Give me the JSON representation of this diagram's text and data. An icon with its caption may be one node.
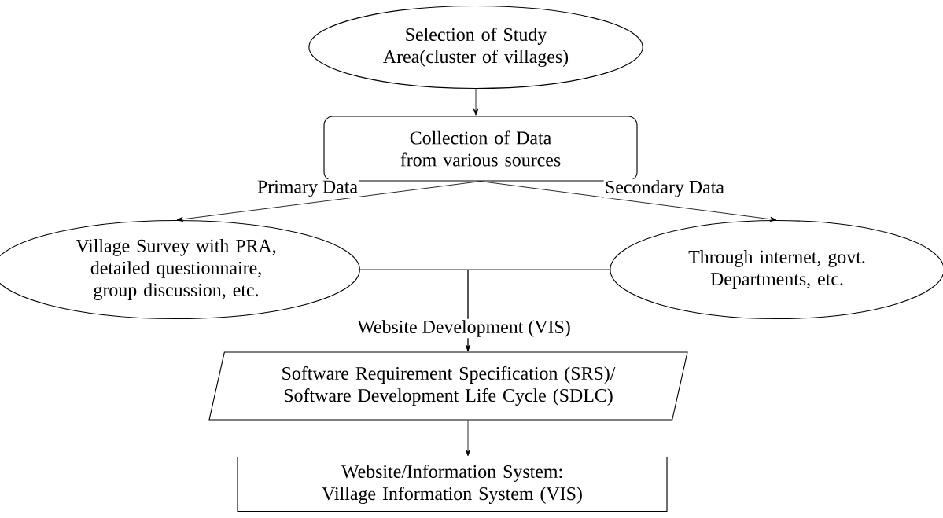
{
  "diagram": {
    "nodes": [
      {
        "text": [
          "Selection of Study Area(cluster of villages)"
        ]
      },
      {
        "text": [
          "Collection of Data from various sources"
        ]
      },
      {
        "text": [
          "Village Survey with PRA, detailed questionnaire, group discussion, etc."
        ]
      },
      {
        "text": [
          "Through internet, govt. Departments, etc."
        ]
      },
      {
        "text": [
          "Software Requirement Specification (SRS)/ Software Development Life Cycle (SDLC)"
        ]
      },
      {
        "text": [
          "Website/Information System: Village Information System (VIS)"
        ]
      }
    ],
    "edges": [
      {
        "from": 0,
        "to": 1,
        "arrow": "to"
      },
      {
        "from": 1,
        "to": 2,
        "arrow": "to",
        "label": "Primary Data"
      },
      {
        "from": 1,
        "to": 3,
        "arrow": "to",
        "label": "Secondary Data"
      },
      {
        "from": 2,
        "to": 4,
        "arrow": "to",
        "label": "Website Development (VIS)"
      },
      {
        "from": 3,
        "to": 4,
        "arrow": "to"
      },
      {
        "from": 4,
        "to": 5,
        "arrow": "to"
      }
    ]
  }
}
